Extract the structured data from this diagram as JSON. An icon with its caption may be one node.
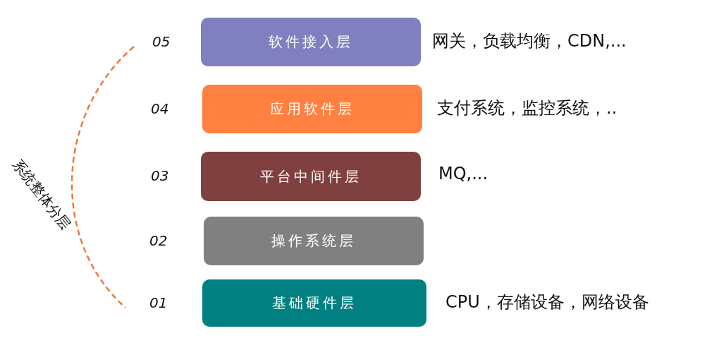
{
  "diagram": {
    "nodes": [
      {
        "text": [
          "软件接入层"
        ],
        "beside": [
          "05",
          "网关，负载均衡，CDN,..."
        ]
      },
      {
        "text": [
          "应用软件层"
        ],
        "beside": [
          "04",
          "支付系统，监控系统，.."
        ]
      },
      {
        "text": [
          "平台中间件层"
        ],
        "beside": [
          "03",
          "MQ,..."
        ]
      },
      {
        "text": [
          "操作系统层"
        ],
        "beside": [
          "02"
        ]
      },
      {
        "text": [
          "基础硬件层"
        ],
        "beside": [
          "01",
          "CPU，存储设备，网络设备"
        ]
      }
    ],
    "labels": [
      "系统整体分层"
    ]
  }
}
